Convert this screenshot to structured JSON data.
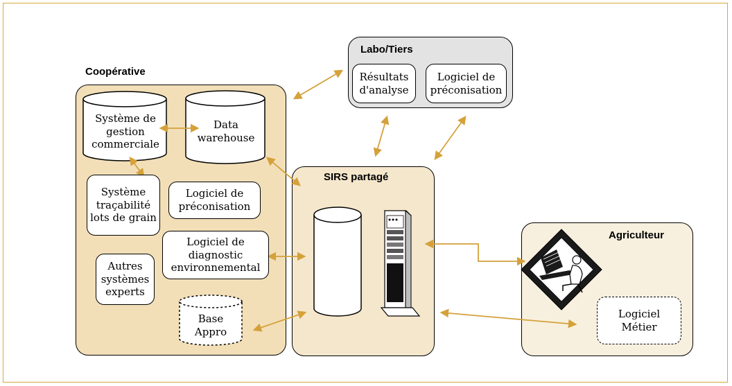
{
  "regions": {
    "cooperative": "Coopérative",
    "labo": "Labo/Tiers",
    "sirs": "SIRS partagé",
    "agriculteur": "Agriculteur"
  },
  "cooperative": {
    "systeme_gestion": "Système de gestion commerciale",
    "data_warehouse": "Data warehouse",
    "systeme_tracabilite": "Système traçabilité lots de grain",
    "logiciel_preconisation": "Logiciel de préconisation",
    "logiciel_diagnostic": "Logiciel de diagnostic environnemental",
    "autres_systemes": "Autres systèmes experts",
    "base_appro": "Base Appro"
  },
  "labo": {
    "resultats": "Résultats d'analyse",
    "logiciel_preconisation": "Logiciel de préconisation"
  },
  "agriculteur": {
    "logiciel_metier": "Logiciel Métier"
  },
  "colors": {
    "arrow": "#d4a13a",
    "cooperative_fill": "#f2dfb8",
    "sirs_fill": "#f5e7cc",
    "labo_fill": "#e3e3e3",
    "agri_fill": "#f8f0de",
    "frame": "#d8a83c"
  }
}
